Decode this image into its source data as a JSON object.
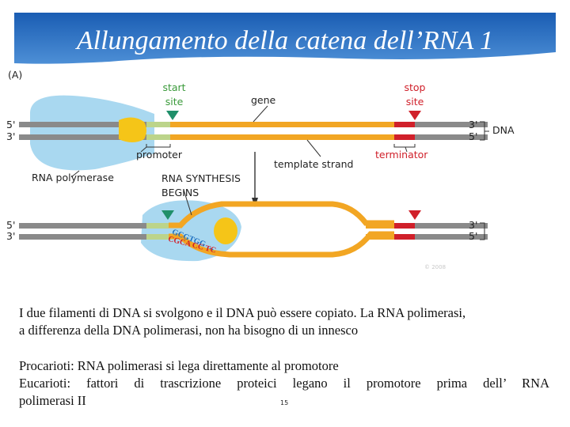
{
  "header": {
    "title": "Allungamento della catena dell’RNA 1"
  },
  "diagram": {
    "panel_label": "(A)",
    "start_site": [
      "start",
      "site"
    ],
    "stop_site": [
      "stop",
      "site"
    ],
    "gene": "gene",
    "dna": "DNA",
    "five_prime": "5'",
    "three_prime": "3'",
    "promoter": "promoter",
    "terminator": "terminator",
    "template_strand": "template strand",
    "rna_polymerase": "RNA polymerase",
    "rna_synthesis": [
      "RNA SYNTHESIS",
      "BEGINS"
    ],
    "rna_bases_top": "GCGTGG …",
    "rna_bases_bottom": "CGCA CC TC",
    "watermark": "© 2008",
    "colors": {
      "title_bar": "#2a6fc0",
      "polymerase": "#a9d8f0",
      "dna_strand": "#8a8a8a",
      "gene": "#f2a623",
      "promoter": "#bcd48a",
      "terminator": "#d0202a",
      "start_marker": "#1f8f6a",
      "yellow_site": "#f5c518"
    }
  },
  "captions": {
    "line1": "I due filamenti di DNA si svolgono e il DNA può essere copiato. La RNA polimerasi,",
    "line2": "a differenza della DNA polimerasi, non ha bisogno di un innesco",
    "line3": "Procarioti: RNA polimerasi si lega direttamente al promotore",
    "line4": "Eucarioti:  fattori  di  trascrizione  proteici  legano  il  promotore  prima  dell’  RNA",
    "line5": "polimerasi II"
  },
  "page_number": "15"
}
